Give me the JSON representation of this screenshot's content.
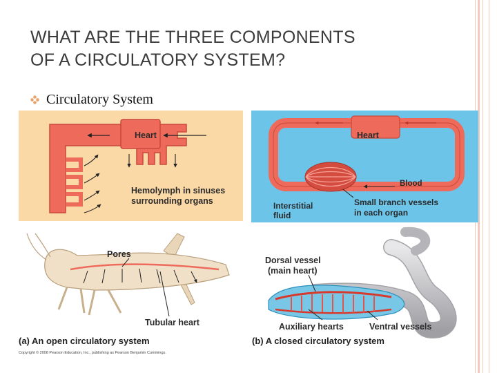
{
  "slide": {
    "title_line1": "WHAT ARE THE THREE COMPONENTS",
    "title_line2": "OF A CIRCULATORY SYSTEM?",
    "bullet": "Circulatory System"
  },
  "figure": {
    "open": {
      "heart": "Heart",
      "hemolymph_line1": "Hemolymph in sinuses",
      "hemolymph_line2": "surrounding organs",
      "pores": "Pores",
      "tubular_heart": "Tubular heart",
      "caption": "(a) An open circulatory system",
      "copyright": "Copyright © 2008 Pearson Education, Inc., publishing as Pearson Benjamin Cummings."
    },
    "closed": {
      "heart": "Heart",
      "blood": "Blood",
      "interstitial_line1": "Interstitial",
      "interstitial_line2": "fluid",
      "small_vessels_line1": "Small branch vessels",
      "small_vessels_line2": "in each organ",
      "dorsal_line1": "Dorsal vessel",
      "dorsal_line2": "(main heart)",
      "auxiliary_hearts": "Auxiliary hearts",
      "ventral_vessels": "Ventral vessels",
      "caption": "(b) A closed circulatory system"
    },
    "colors": {
      "open_panel_bg": "#fbd9a7",
      "closed_panel_bg": "#6cc4e9",
      "vessel": "#ee6b5c",
      "vessel_dark": "#b9332a"
    }
  }
}
